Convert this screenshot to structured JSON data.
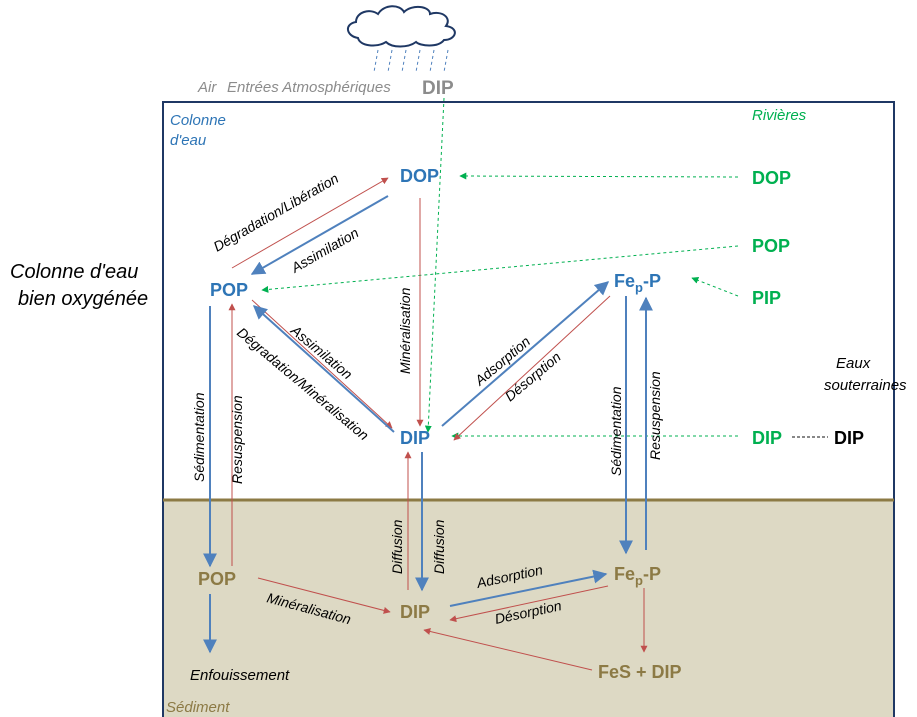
{
  "labels": {
    "air": "Air",
    "atmos_inputs": "Entrées Atmosphériques",
    "atmos_dip": "DIP",
    "water_column": [
      "Colonne",
      "d'eau"
    ],
    "sediment": "Sédiment",
    "rivers": "Rivières",
    "groundwater": [
      "Eaux",
      "souterraines"
    ],
    "left_title": [
      "Colonne d'eau",
      "bien oxygénée"
    ]
  },
  "nodes": {
    "dop_water": "DOP",
    "pop_water": "POP",
    "dip_water": "DIP",
    "fep_water": "Fe",
    "fep_water_sub": "p",
    "fep_water_suffix": "-P",
    "dop_river": "DOP",
    "pop_river": "POP",
    "pip_river": "PIP",
    "dip_river": "DIP",
    "dip_ground": "DIP",
    "pop_sed": "POP",
    "dip_sed": "DIP",
    "fep_sed": "Fe",
    "fep_sed_sub": "p",
    "fep_sed_suffix": "-P",
    "fes_dip": "FeS + DIP"
  },
  "processes": {
    "degradation_liberation": "Dégradation/Libération",
    "assimilation_top": "Assimilation",
    "mineralisation_water": "Minéralisation",
    "assimilation_mid": "Assimilation",
    "degradation_mineralisation": "Dégradation/Minéralisation",
    "adsorption_water": "Adsorption",
    "desorption_water": "Désorption",
    "sedimentation_left": "Sédimentation",
    "resuspension_left": "Resuspension",
    "sedimentation_right": "Sédimentation",
    "resuspension_right": "Resuspension",
    "diffusion_up": "Diffusion",
    "diffusion_down": "Diffusion",
    "mineralisation_sed": "Minéralisation",
    "adsorption_sed": "Adsorption",
    "desorption_sed": "Désorption",
    "enfouissement": "Enfouissement"
  },
  "colors": {
    "water_blue": "#2e75b6",
    "river_green": "#00b050",
    "sediment_text": "#8c7a45",
    "sediment_fill": "#ddd9c4",
    "frame": "#1f3864",
    "red_arrow": "#c0504d",
    "blue_arrow": "#4f81bd",
    "green_dash": "#00b050",
    "gray": "#8c8c8c"
  },
  "icons": {
    "cloud": "cloud-rain-icon"
  }
}
